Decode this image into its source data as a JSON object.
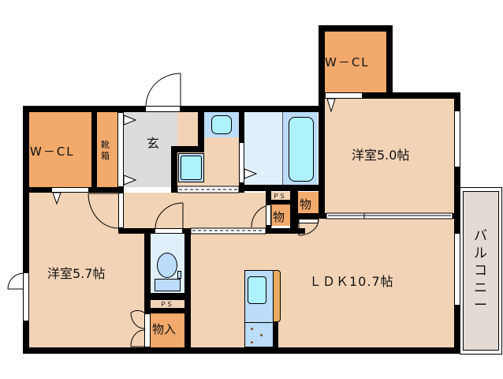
{
  "floorplan": {
    "rooms": {
      "wcl_left": {
        "label": "W－CL",
        "color": "#f2a96c"
      },
      "shoe_box": {
        "label": "靴箱",
        "color": "#f2a96c"
      },
      "genkan": {
        "label": "玄",
        "color": "#dcdcdc"
      },
      "washroom": {
        "label": "",
        "color": "#f2d3b6"
      },
      "bath": {
        "label": "",
        "color": "#dff0fb"
      },
      "wcl_top": {
        "label": "W－CL",
        "color": "#f2a96c"
      },
      "western_room_1": {
        "label": "洋室5.0帖",
        "color": "#f2d3b6"
      },
      "western_room_2": {
        "label": "洋室5.7帖",
        "color": "#f2d3b6"
      },
      "ldk": {
        "label": "ＬＤＫ10.7帖",
        "color": "#f2d3b6"
      },
      "toilet": {
        "label": "",
        "color": "#dff0fb"
      },
      "ps_toilet": {
        "label": "ＰＳ"
      },
      "storage_toilet": {
        "label": "物入",
        "color": "#f2a96c"
      },
      "ps_hall": {
        "label": "ＰＳ"
      },
      "storage_small_1": {
        "label": "物",
        "color": "#f2a96c"
      },
      "storage_small_2": {
        "label": "物",
        "color": "#f2a96c"
      },
      "balcony": {
        "label": "バルコニー",
        "color": "#e3dbd3"
      }
    },
    "colors": {
      "wall": "#000000",
      "fixture_blue": "#bcdcfb",
      "fixture_cyan": "#aef2fb",
      "counter_orange": "#e8ad62"
    }
  }
}
